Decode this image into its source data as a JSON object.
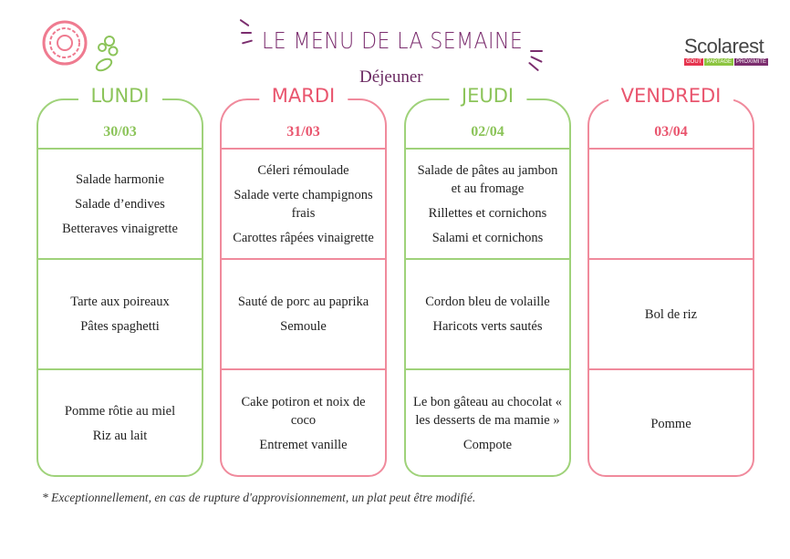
{
  "header": {
    "title": "LE MENU DE LA SEMAINE",
    "subtitle": "Déjeuner",
    "brand": {
      "name": "Scolarest",
      "tags": [
        "GOÛT",
        "PARTAGE",
        "PROXIMITÉ"
      ],
      "tag_colors": [
        "#e5344e",
        "#8cc43f",
        "#7b2d6e"
      ]
    }
  },
  "days": [
    {
      "name": "LUNDI",
      "date": "30/03",
      "color": "green",
      "sections": [
        [
          "Salade harmonie",
          "Salade d’endives",
          "Betteraves vinaigrette"
        ],
        [
          "Tarte aux poireaux",
          "Pâtes spaghetti"
        ],
        [
          "Pomme rôtie au miel",
          "Riz au lait"
        ]
      ]
    },
    {
      "name": "MARDI",
      "date": "31/03",
      "color": "pink",
      "sections": [
        [
          "Céleri rémoulade",
          "Salade verte champignons frais",
          "Carottes râpées vinaigrette"
        ],
        [
          "Sauté de porc au paprika",
          "Semoule"
        ],
        [
          "Cake potiron et noix de coco",
          "Entremet vanille"
        ]
      ]
    },
    {
      "name": "JEUDI",
      "date": "02/04",
      "color": "green",
      "sections": [
        [
          "Salade de pâtes au jambon et au fromage",
          "Rillettes et cornichons",
          "Salami et cornichons"
        ],
        [
          "Cordon bleu de volaille",
          "Haricots verts sautés"
        ],
        [
          "Le bon gâteau au chocolat « les desserts de ma mamie »",
          "Compote"
        ]
      ]
    },
    {
      "name": "VENDREDI",
      "date": "03/04",
      "color": "pink",
      "sections": [
        [],
        [
          "Bol de riz"
        ],
        [
          "Pomme"
        ]
      ]
    }
  ],
  "colors": {
    "green": "#8cc45a",
    "pink": "#e9556e",
    "purple": "#7b2d6e"
  },
  "footnote": "* Exceptionnellement, en cas de rupture d'approvisionnement, un plat peut être modifié."
}
